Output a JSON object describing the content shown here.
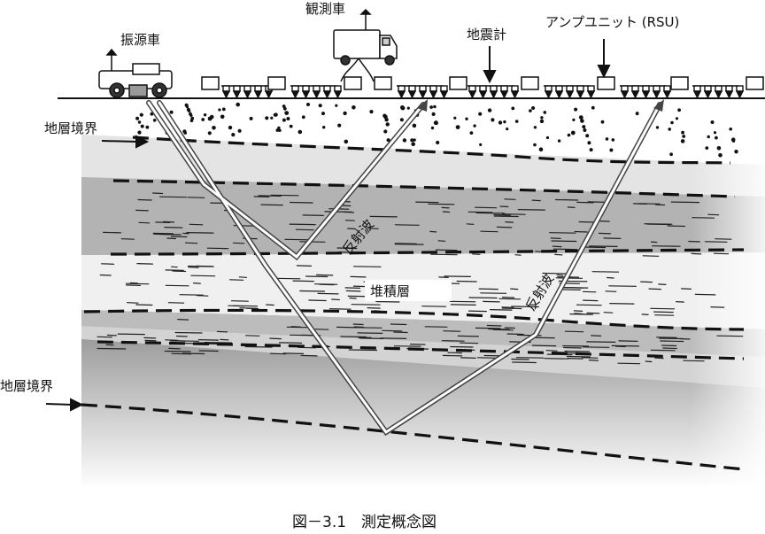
{
  "labels": {
    "vibrator_truck": "振源車",
    "recording_truck": "観測車",
    "geophone": "地震計",
    "amplifier_unit": "アンプユニット (RSU)",
    "boundary_upper": "地層境界",
    "boundary_lower": "地層境界",
    "reflected_wave_left": "反射波",
    "reflected_wave_right": "反射波",
    "sediment": "堆積層"
  },
  "caption": "図－3.1　測定概念図",
  "colors": {
    "layer_top": "#ffffff",
    "layer_1": "#e6e6e6",
    "layer_2": "#b4b4b4",
    "layer_3": "#f1f1f1",
    "layer_4": "#bdbdbd",
    "layer_5": "#d2d2d2",
    "layer_bottom": "#6e6e6e",
    "ray_fill": "#ffffff",
    "ray_edge": "#444444",
    "ink": "#111111"
  },
  "icons": {
    "vibrator_truck": "vibrator-truck-icon",
    "recording_truck": "recording-truck-icon",
    "geophone": "geophone-icon",
    "amplifier_unit": "amplifier-unit-icon"
  }
}
